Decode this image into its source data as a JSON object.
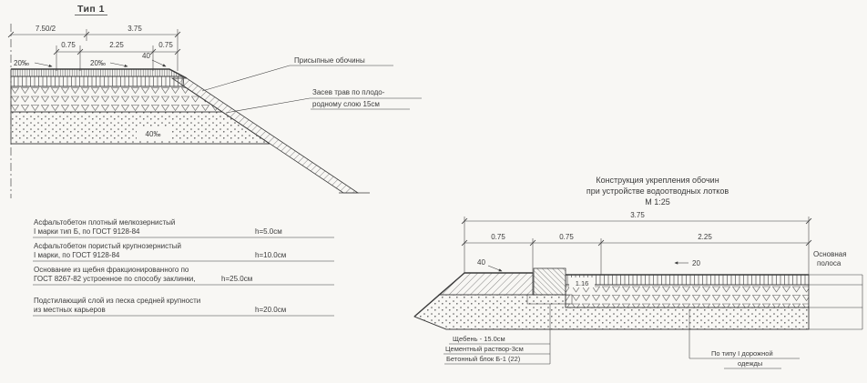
{
  "left": {
    "type_title": "Тип 1",
    "dim_row1": [
      "7.50/2",
      "3.75"
    ],
    "dim_row2": [
      "0.75",
      "2.25",
      "0.75"
    ],
    "slope_left": "20‰",
    "slope_mid": "20‰",
    "slope_shoulder": "40",
    "slope_embankment": "40‰",
    "callout_shoulders": "Присыпные обочины",
    "callout_grass_1": "Засев трав по плодо-",
    "callout_grass_2": "родному слою 15см",
    "spec": [
      {
        "l1": "Асфальтобетон плотный мелкозернистый",
        "l2": "I марки тип Б, по ГОСТ 9128-84",
        "h": "h=5.0см"
      },
      {
        "l1": "Асфальтобетон пористый крупнозернистый",
        "l2": "I марки, по ГОСТ 9128-84",
        "h": "h=10.0см"
      },
      {
        "l1": "Основание из щебня фракционированного по",
        "l2": "ГОСТ 8267-82 устроенное по способу заклинки,",
        "h": "h=25.0см"
      },
      {
        "l1": "Подстилающий слой из песка средней крупности",
        "l2": "из местных карьеров",
        "h": "h=20.0см"
      }
    ]
  },
  "right": {
    "title_1": "Конструкция укрепления обочин",
    "title_2": "при устройстве водоотводных лотков",
    "scale": "М 1:25",
    "dim_total": "3.75",
    "dim_row": [
      "0.75",
      "0.75",
      "2.25"
    ],
    "dim_40": "40",
    "dim_20": "20",
    "dim_block": "1.16",
    "main_lane_1": "Основная",
    "main_lane_2": "полоса",
    "callout_rubble": "Щебень - 15.0см",
    "callout_mortar": "Цементный раствор-3см",
    "callout_block": "Бетонный блок Б-1 (22)",
    "callout_pavement_1": "По типу I дорожной",
    "callout_pavement_2": "одежды"
  }
}
